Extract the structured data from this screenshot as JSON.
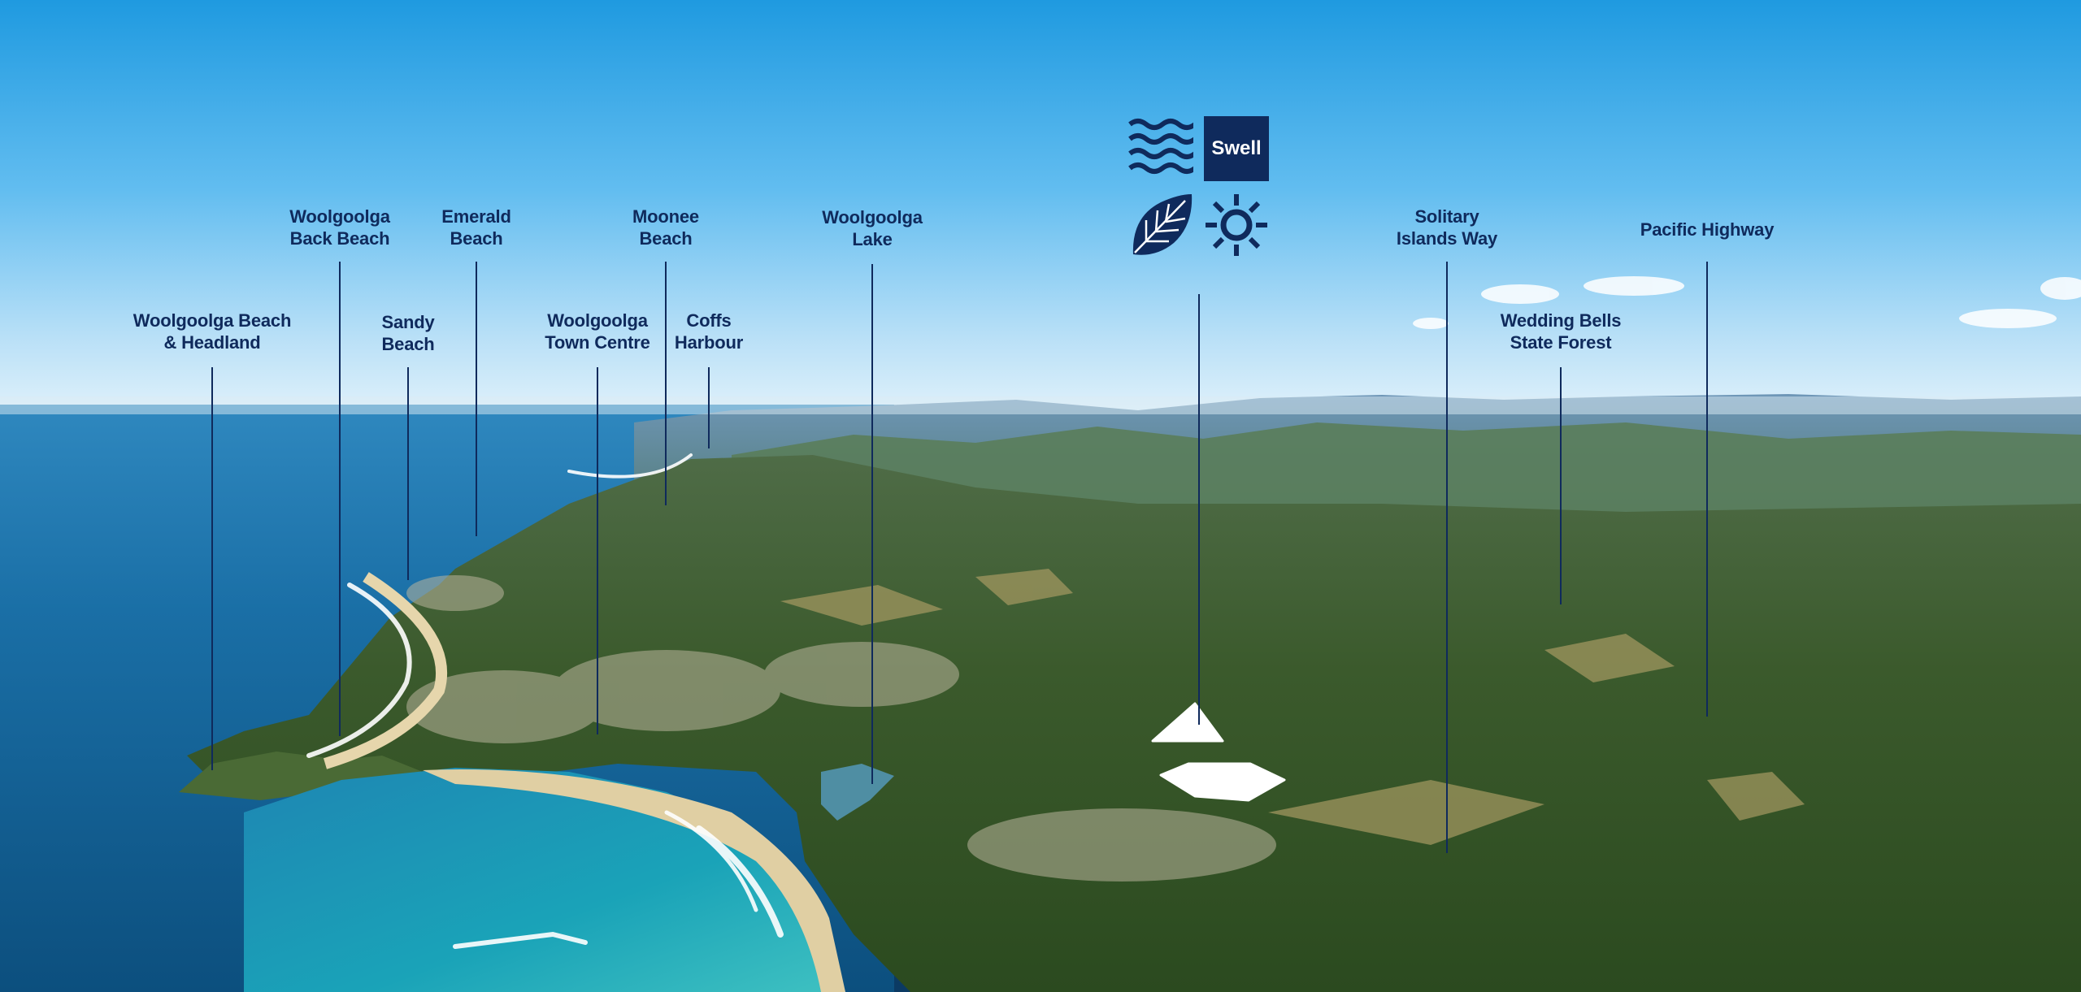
{
  "brand": {
    "name": "Swell",
    "navy": "#0f2a5c",
    "icons": [
      "waves-icon",
      "leaf-icon",
      "sun-icon"
    ]
  },
  "labels": [
    {
      "id": "woolgoolga-beach-headland",
      "lines": [
        "Woolgoolga Beach",
        "& Headland"
      ]
    },
    {
      "id": "woolgoolga-back-beach",
      "lines": [
        "Woolgoolga",
        "Back Beach"
      ]
    },
    {
      "id": "sandy-beach",
      "lines": [
        "Sandy",
        "Beach"
      ]
    },
    {
      "id": "emerald-beach",
      "lines": [
        "Emerald",
        "Beach"
      ]
    },
    {
      "id": "woolgoolga-town-centre",
      "lines": [
        "Woolgoolga",
        "Town Centre"
      ]
    },
    {
      "id": "moonee-beach",
      "lines": [
        "Moonee",
        "Beach"
      ]
    },
    {
      "id": "coffs-harbour",
      "lines": [
        "Coffs",
        "Harbour"
      ]
    },
    {
      "id": "woolgoolga-lake",
      "lines": [
        "Woolgoolga",
        "Lake"
      ]
    },
    {
      "id": "solitary-islands-way",
      "lines": [
        "Solitary",
        "Islands Way"
      ]
    },
    {
      "id": "wedding-bells-state-forest",
      "lines": [
        "Wedding Bells",
        "State Forest"
      ]
    },
    {
      "id": "pacific-highway",
      "lines": [
        "Pacific Highway"
      ]
    }
  ]
}
